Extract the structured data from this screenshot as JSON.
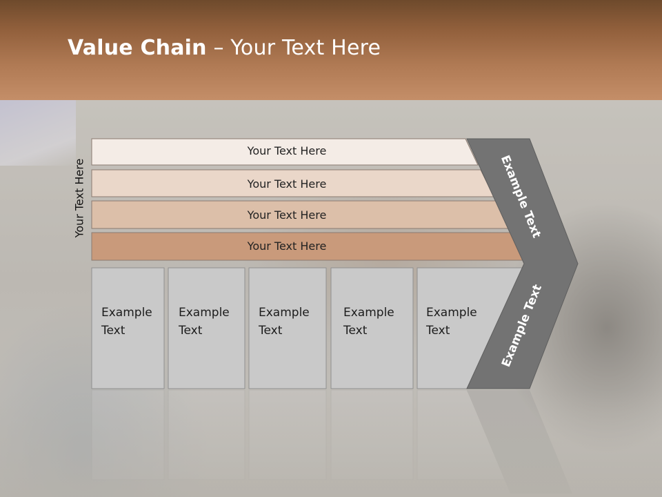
{
  "title": {
    "bold": "Value Chain",
    "rest": " – Your Text Here"
  },
  "side_label": "Your Text Here",
  "bars": [
    "Your Text Here",
    "Your Text Here",
    "Your Text Here",
    "Your Text Here"
  ],
  "cells": [
    "Example\nText",
    "Example\nText",
    "Example\nText",
    "Example\nText",
    "Example\nText"
  ],
  "chevron_upper": "Example Text",
  "chevron_lower": "Example Text",
  "colors": {
    "bar1": "#f4ece6",
    "bar2": "#ead7c9",
    "bar3": "#dcbfa9",
    "bar4": "#c99a7b",
    "cell": "#c9c9c9",
    "chevron": "#737373"
  }
}
